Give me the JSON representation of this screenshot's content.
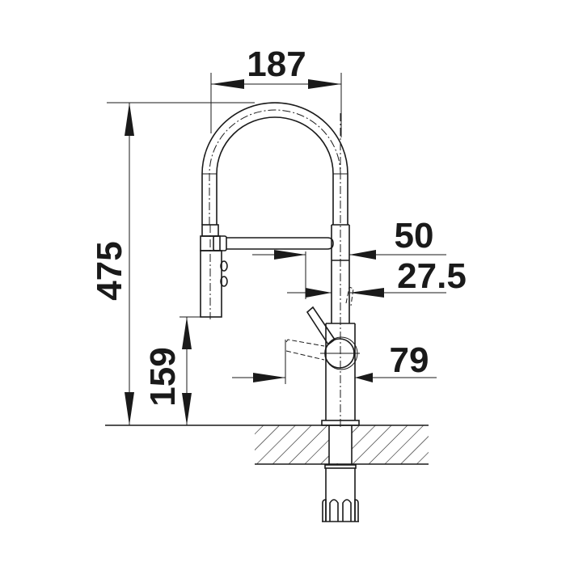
{
  "drawing": {
    "subject": "Kitchen faucet with pull-out spray head – dimension drawing",
    "units": "mm",
    "colors": {
      "line": "#1a1a1a",
      "background": "#ffffff"
    }
  },
  "dimensions": {
    "spout_reach": "187",
    "overall_height": "475",
    "spray_head_clearance": "159",
    "horizontal_offset_50": "50",
    "horizontal_offset_27_5": "27.5",
    "lever_offset": "79"
  }
}
